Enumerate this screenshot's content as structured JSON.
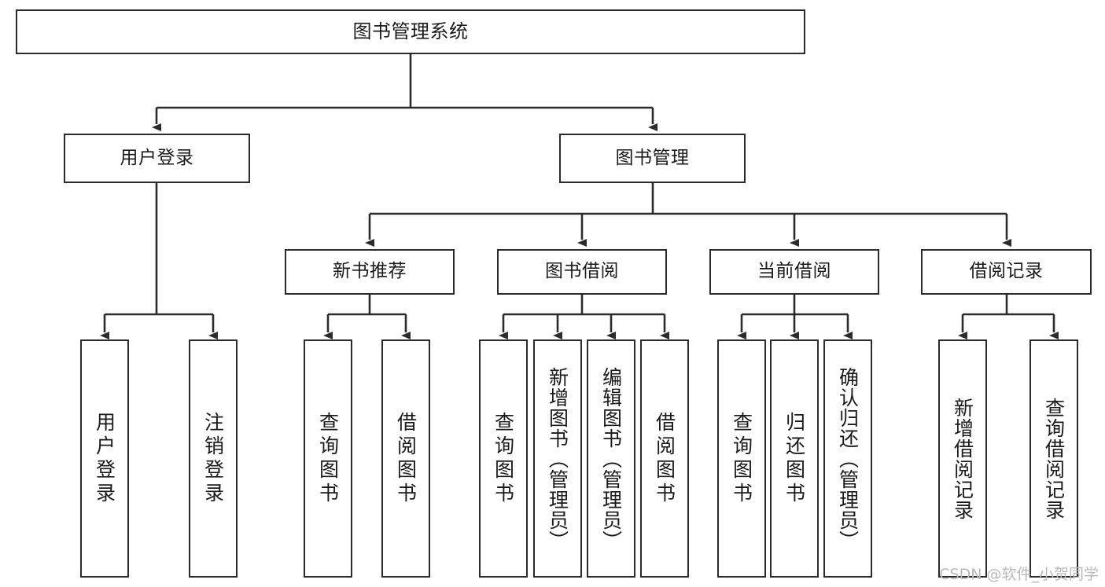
{
  "diagram": {
    "type": "tree-hierarchy",
    "title": "图书管理系统",
    "watermark": "CSDN @软件_小贺同学",
    "colors": {
      "border": "#2b2b2b",
      "background": "#ffffff",
      "text": "#1a1a1a",
      "watermark": "#b9b9b9"
    },
    "nodes": {
      "root": {
        "label": "图书管理系统"
      },
      "level1": [
        {
          "label": "用户登录"
        },
        {
          "label": "图书管理"
        }
      ],
      "level2": [
        {
          "label": "新书推荐"
        },
        {
          "label": "图书借阅"
        },
        {
          "label": "当前借阅"
        },
        {
          "label": "借阅记录"
        }
      ],
      "leaves": {
        "user_login": [
          {
            "label": "用户登录"
          },
          {
            "label": "注销登录"
          }
        ],
        "new_book_recommend": [
          {
            "label": "查询图书"
          },
          {
            "label": "借阅图书"
          }
        ],
        "book_borrow": [
          {
            "label": "查询图书"
          },
          {
            "label": "新增图书（管理员）"
          },
          {
            "label": "编辑图书（管理员）"
          },
          {
            "label": "借阅图书"
          }
        ],
        "current_borrow": [
          {
            "label": "查询图书"
          },
          {
            "label": "归还图书"
          },
          {
            "label": "确认归还（管理员）"
          }
        ],
        "borrow_record": [
          {
            "label": "新增借阅记录"
          },
          {
            "label": "查询借阅记录"
          }
        ]
      }
    }
  }
}
